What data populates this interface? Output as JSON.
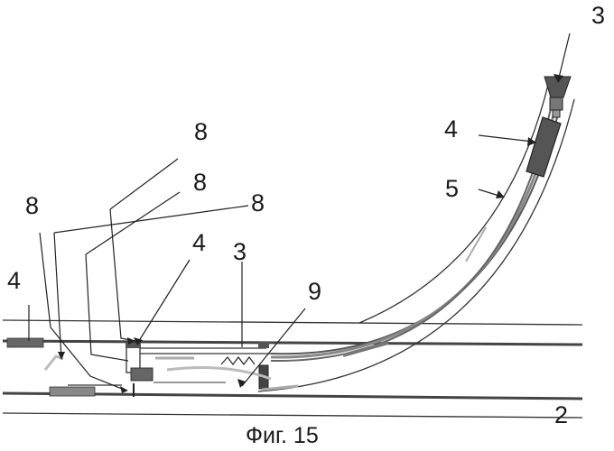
{
  "labels": {
    "l3_top": "3",
    "l4_right": "4",
    "l5_right": "5",
    "l8_a": "8",
    "l8_b": "8",
    "l8_c": "8",
    "l8_d": "8",
    "l4_left": "4",
    "l4_mid": "4",
    "l3_mid": "3",
    "l9": "9",
    "l2": "2"
  },
  "caption": "Фиг. 15",
  "colors": {
    "line": "#222222",
    "gray": "#777777",
    "dark": "#444444"
  }
}
